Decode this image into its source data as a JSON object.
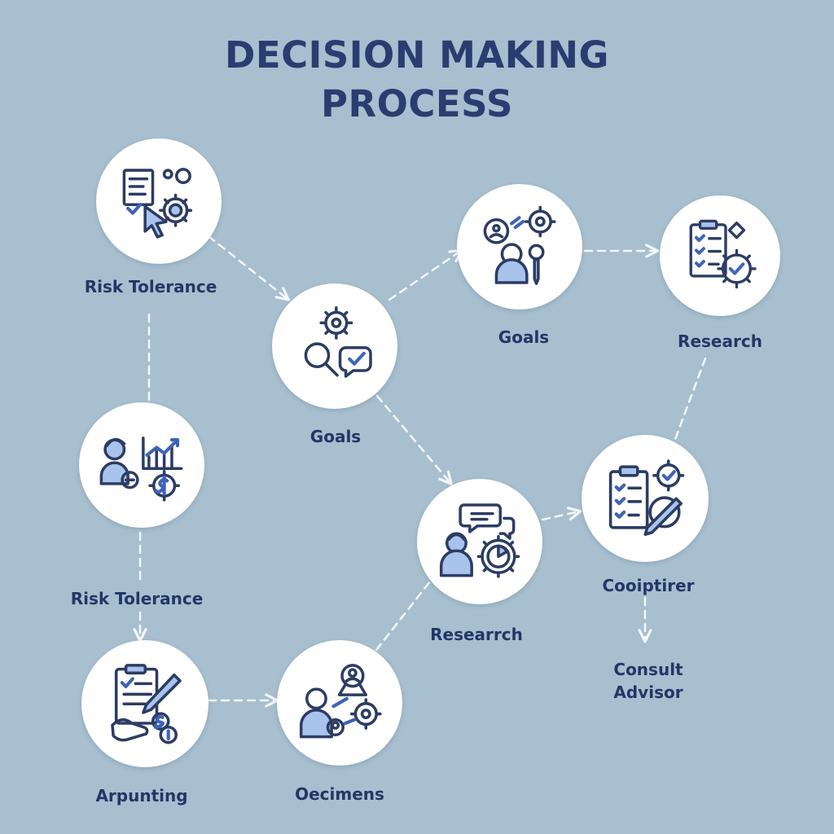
{
  "title": {
    "line1": "DECISION MAKING",
    "line2": "PROCESS"
  },
  "colors": {
    "background": "#a7bfcf",
    "title": "#2a3d70",
    "label": "#223766",
    "icon_stroke": "#2c3c63",
    "icon_fill": "#a8c4ec",
    "connector": "#f4f7fa"
  },
  "nodes": [
    {
      "id": "risk-tolerance-top",
      "icon": "checklist-cursor-gear-icon",
      "label": "Risk Tolerance"
    },
    {
      "id": "goals-center",
      "icon": "gear-magnifier-check-icon",
      "label": "Goals"
    },
    {
      "id": "goals-top",
      "icon": "person-chat-gear-icon",
      "label": "Goals"
    },
    {
      "id": "research-top",
      "icon": "clipboard-gear-icon",
      "label": "Research"
    },
    {
      "id": "risk-tolerance-mid",
      "icon": "person-chart-gears-icon",
      "label": "Risk Tolerance"
    },
    {
      "id": "research-mid",
      "icon": "person-chat-dial-icon",
      "label": "Researrch"
    },
    {
      "id": "cooiptirer",
      "icon": "clipboard-pen-gear-icon",
      "label": "Cooiptirer"
    },
    {
      "id": "arpunting",
      "icon": "document-pen-coins-icon",
      "label": "Arpunting"
    },
    {
      "id": "oecimens",
      "icon": "people-network-gear-icon",
      "label": "Oecimens"
    }
  ],
  "terminal_label": "Consult\nAdvisor"
}
